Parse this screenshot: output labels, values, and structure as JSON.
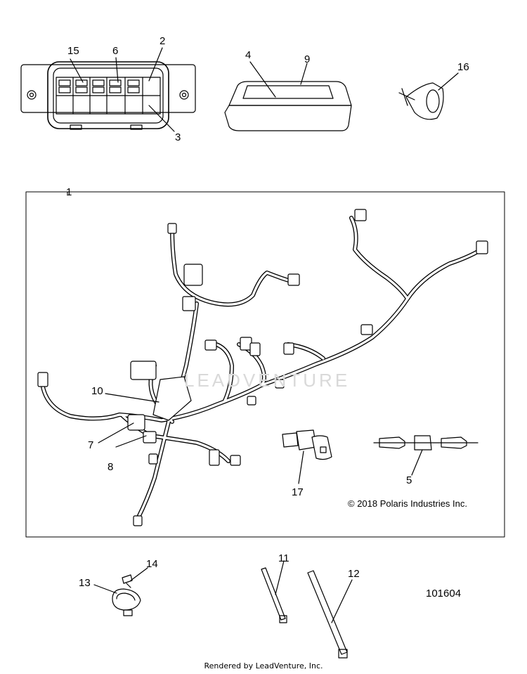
{
  "diagram": {
    "callouts": [
      "1",
      "2",
      "3",
      "4",
      "5",
      "6",
      "7",
      "8",
      "9",
      "10",
      "11",
      "12",
      "13",
      "14",
      "15",
      "16",
      "17"
    ],
    "copyright": "© 2018 Polaris Industries Inc.",
    "part_number": "101604",
    "footer": "Rendered by LeadVenture, Inc.",
    "watermark": "LEADVENTURE"
  }
}
